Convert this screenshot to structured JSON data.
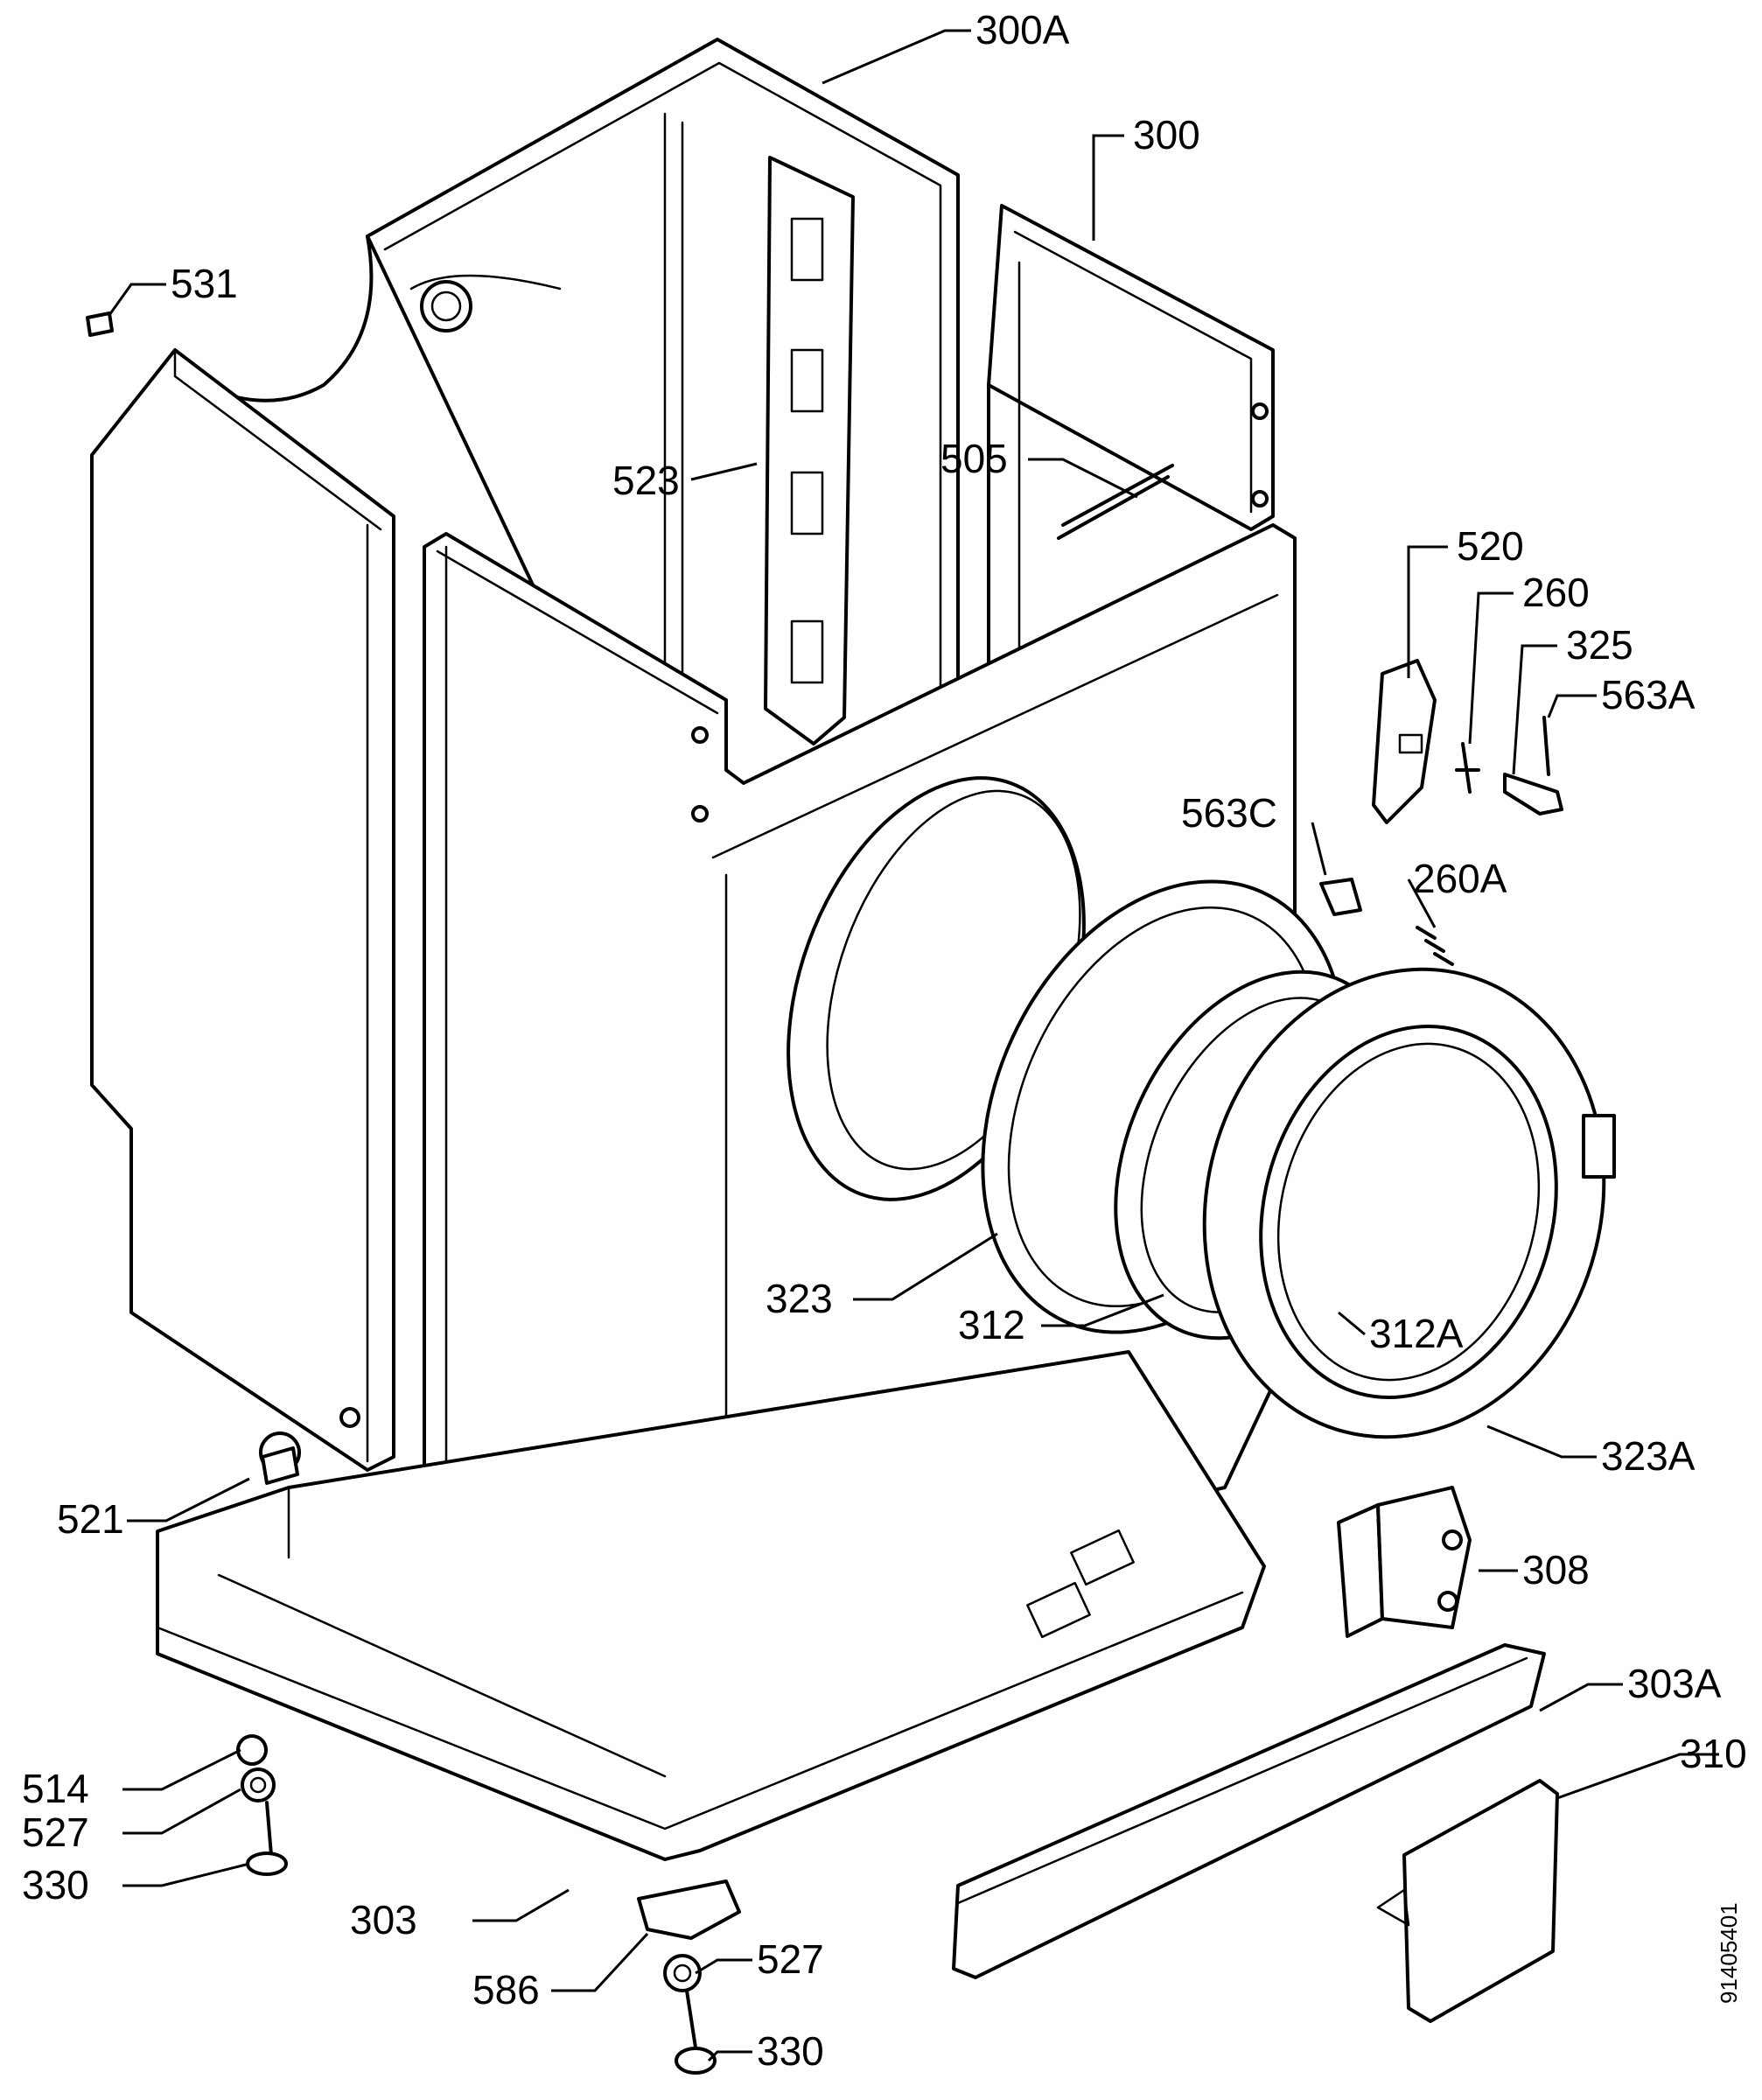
{
  "labels": {
    "l300A": "300A",
    "l300": "300",
    "l531": "531",
    "l523": "523",
    "l505": "505",
    "l520": "520",
    "l260": "260",
    "l325": "325",
    "l563A": "563A",
    "l563C": "563C",
    "l260A": "260A",
    "l323": "323",
    "l312": "312",
    "l312A": "312A",
    "l323A": "323A",
    "l521": "521",
    "l308": "308",
    "l303A": "303A",
    "l310": "310",
    "l514": "514",
    "l527a": "527",
    "l330a": "330",
    "l303": "303",
    "l586": "586",
    "l527b": "527",
    "l330b": "330"
  },
  "doc_number": "91405401"
}
